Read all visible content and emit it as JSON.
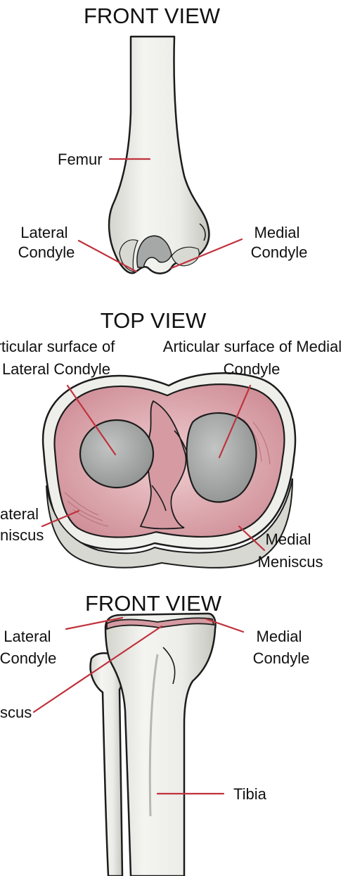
{
  "colors": {
    "bone": "#eeeeea",
    "bone_shade": "#c9c9c2",
    "meniscus": "#e3b3b8",
    "meniscus_dark": "#b97680",
    "cartilage": "#a9abab",
    "leader_line": "#c0323c",
    "outline": "#1c1c1c"
  },
  "femur_panel": {
    "title": "FRONT VIEW",
    "labels": {
      "femur": "Femur",
      "lateral_condyle": [
        "Lateral",
        "Condyle"
      ],
      "medial_condyle": [
        "Medial",
        "Condyle"
      ]
    }
  },
  "top_panel": {
    "title": "TOP VIEW",
    "labels": {
      "lateral_surface": [
        "rticular surface of",
        "Lateral Condyle"
      ],
      "medial_surface": [
        "Articular surface of Medial",
        "Condyle"
      ],
      "lateral_meniscus": [
        "ateral",
        "niscus"
      ],
      "medial_meniscus": [
        "Medial",
        "Meniscus"
      ]
    }
  },
  "tibia_panel": {
    "title": "FRONT VIEW",
    "labels": {
      "lateral_condyle": [
        "Lateral",
        "Condyle"
      ],
      "medial_condyle": [
        "Medial",
        "Condyle"
      ],
      "meniscus": "scus",
      "tibia": "Tibia"
    }
  }
}
